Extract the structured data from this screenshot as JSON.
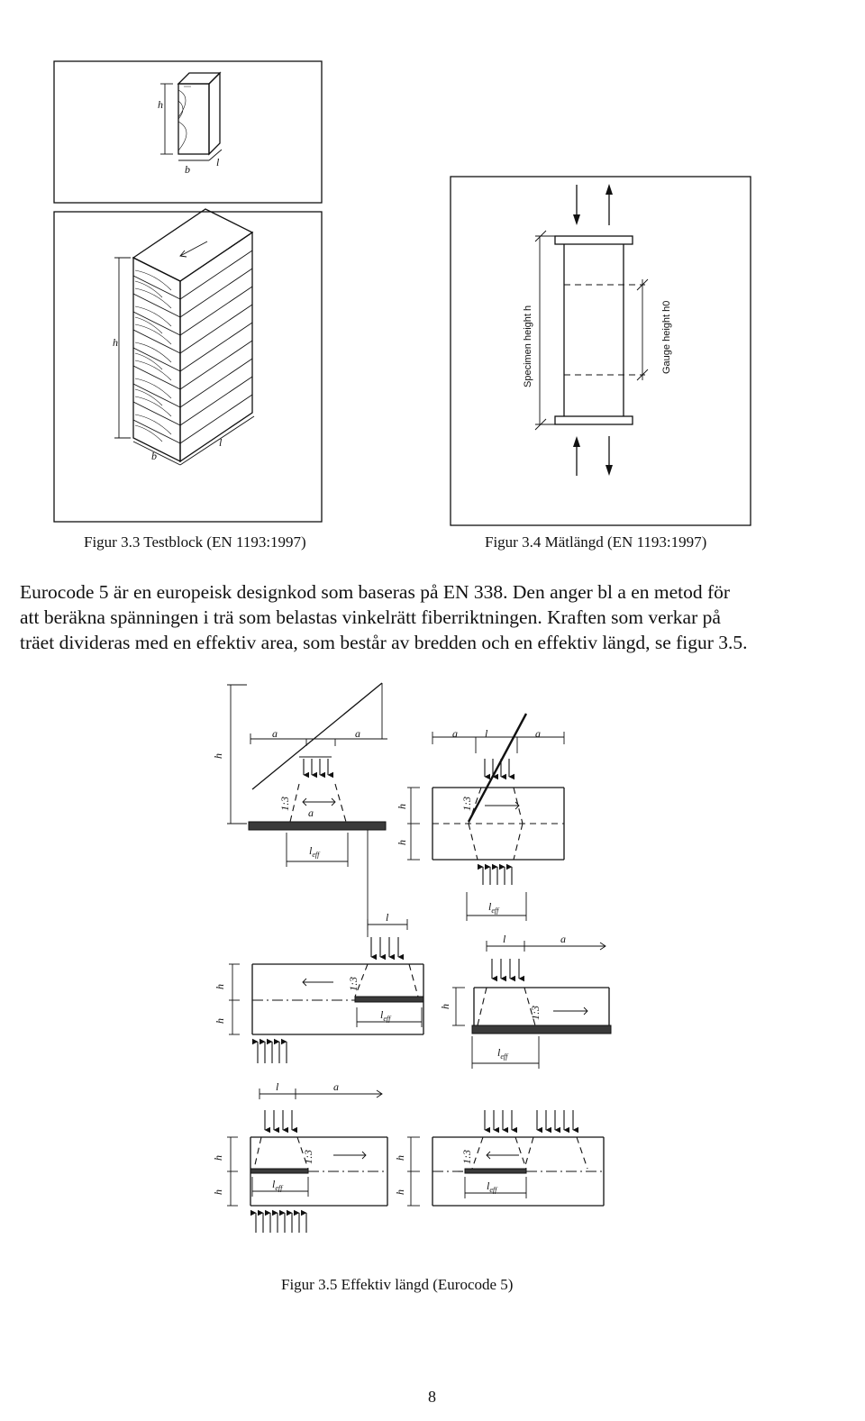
{
  "figures": {
    "fig33": {
      "caption": "Figur 3.3 Testblock (EN 1193:1997)",
      "labels": {
        "h": "h",
        "b": "b",
        "l": "l"
      }
    },
    "fig34": {
      "caption": "Figur 3.4 Mätlängd (EN 1193:1997)",
      "labels": {
        "specimen": "Specimen height h",
        "gauge": "Gauge height h0"
      }
    },
    "fig35": {
      "caption": "Figur 3.5 Effektiv längd (Eurocode 5)",
      "labels": {
        "a": "a",
        "l": "l",
        "h": "h",
        "slope": "1:3",
        "leff": "l",
        "leff_sub": "eff"
      }
    }
  },
  "paragraph": {
    "line1": "Eurocode 5 är en europeisk designkod som baseras på EN 338. Den anger bl a en metod för",
    "line2": "att beräkna spänningen i trä som belastas vinkelrätt fiberriktningen. Kraften som verkar på",
    "line3": "träet divideras med en effektiv area, som består av bredden och en effektiv längd, se figur 3.5."
  },
  "page_number": "8"
}
